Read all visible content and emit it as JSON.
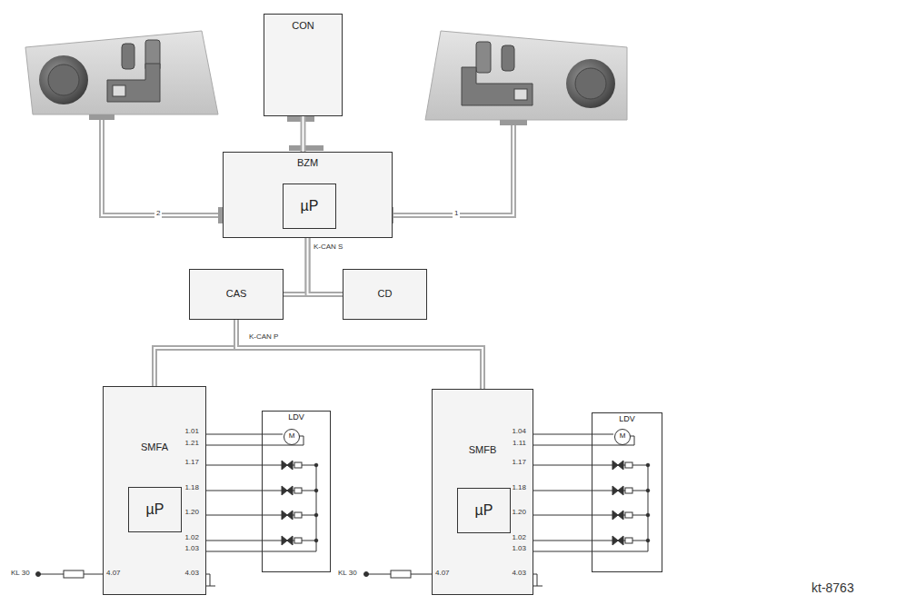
{
  "diagram": {
    "nodes": [
      {
        "text": [
          "CON"
        ]
      },
      {
        "text": [
          "BZM"
        ]
      },
      {
        "text": [
          "µP"
        ],
        "in": 1
      },
      {
        "text": [
          "CAS"
        ]
      },
      {
        "text": [
          "CD"
        ]
      },
      {
        "text": [
          "SMFA"
        ]
      },
      {
        "text": [
          "µP"
        ],
        "in": 5
      },
      {
        "text": [
          "LDV"
        ]
      },
      {
        "text": [
          "M"
        ],
        "in": 7
      },
      {
        "text": [
          "SMFB"
        ]
      },
      {
        "text": [
          "µP"
        ],
        "in": 9
      },
      {
        "text": [
          "LDV"
        ]
      },
      {
        "text": [
          "M"
        ],
        "in": 11
      }
    ],
    "edges": [
      {
        "from": 0,
        "to": 1,
        "arrow": "none"
      },
      {
        "from": 1,
        "to": 3,
        "arrow": "none",
        "label": "K-CAN S"
      },
      {
        "from": 1,
        "to": 4,
        "arrow": "none"
      },
      {
        "from": 3,
        "to": 5,
        "arrow": "none",
        "label": "K-CAN P"
      },
      {
        "from": 3,
        "to": 9,
        "arrow": "none"
      }
    ],
    "labels": [
      "2",
      "1",
      "1.01",
      "1.21",
      "1.17",
      "1.18",
      "1.20",
      "1.02",
      "1.03",
      "KL 30",
      "4.07",
      "4.03",
      "1.04",
      "1.11",
      "1.17",
      "1.18",
      "1.20",
      "1.02",
      "1.03",
      "KL 30",
      "4.07",
      "4.03",
      "kt-8763"
    ]
  }
}
